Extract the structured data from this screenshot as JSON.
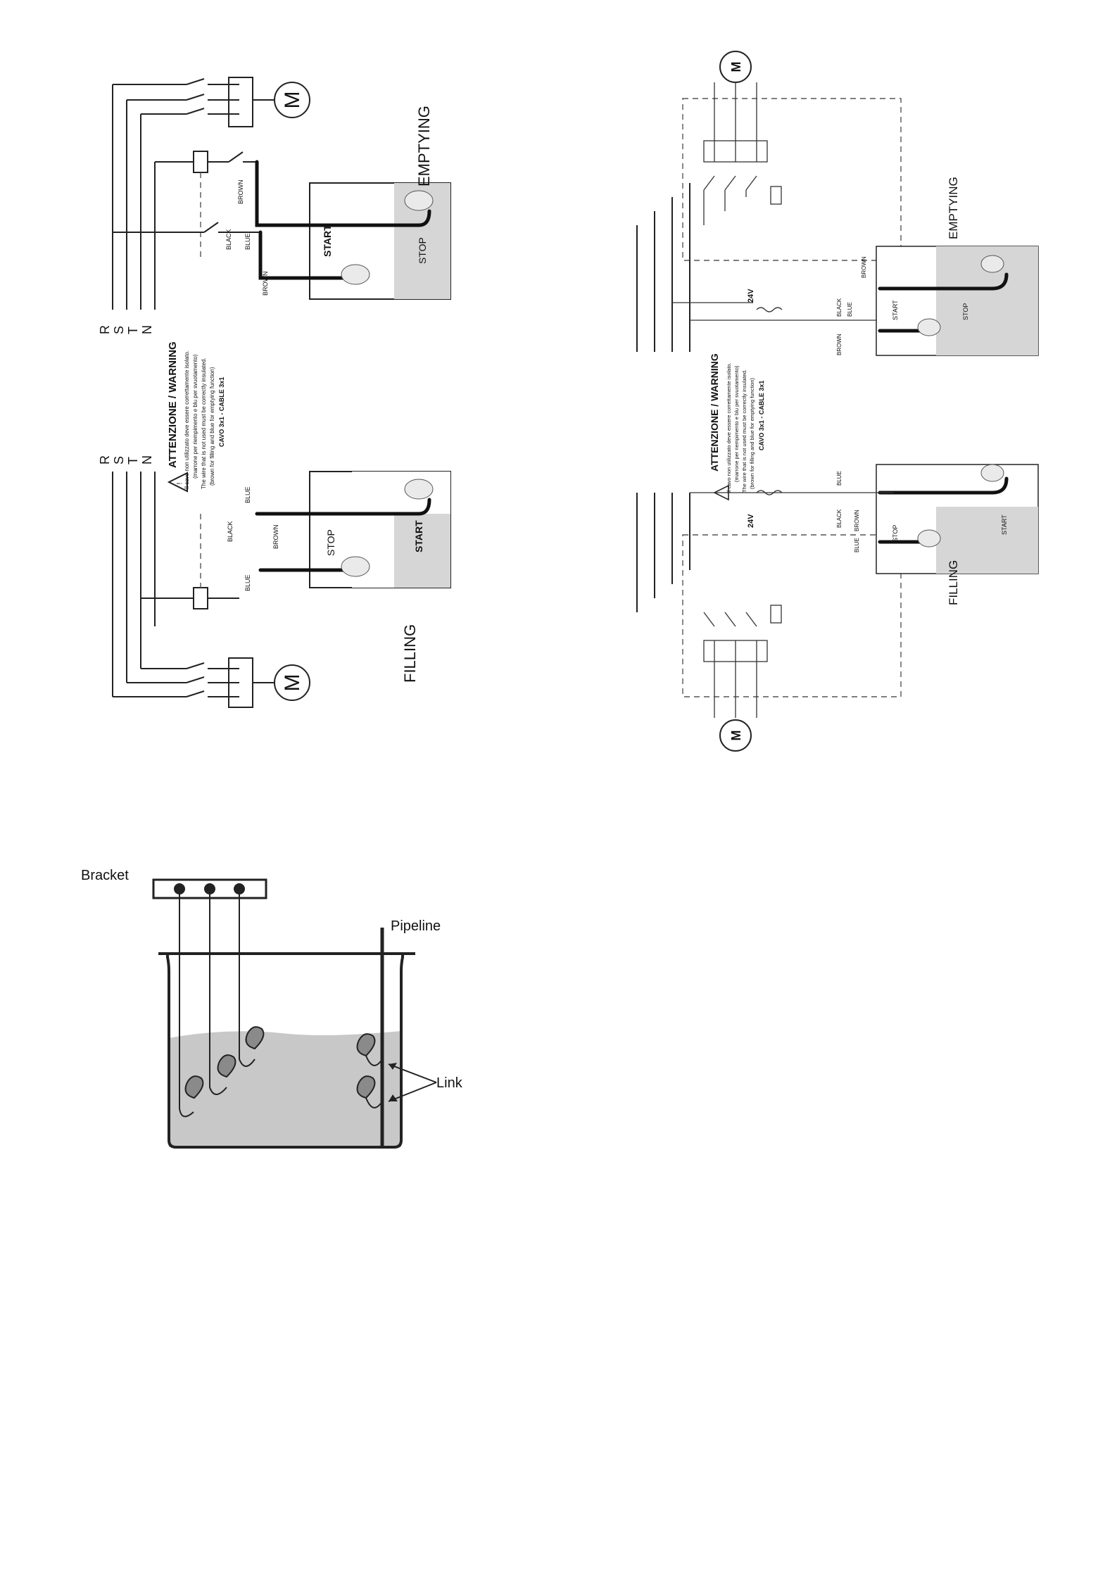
{
  "diagram_a": {
    "mode_empty": "EMPTYING",
    "mode_fill": "FILLING",
    "motor_symbol": "M",
    "phases": [
      "R",
      "S",
      "T",
      "N"
    ],
    "warning_title": "ATTENZIONE / WARNING",
    "warning_lines": [
      "Il cavo non utilizzato deve essere correttamente isolato.",
      "(marrone per riempimento e blu per svuotamento)",
      "The wire that is not used must be correctly insulated.",
      "(brown for filling and blue for emptying function)"
    ],
    "cable_spec": "CAVO 3x1 - CABLE 3x1",
    "wire_black": "BLACK",
    "wire_blue": "BLUE",
    "wire_brown": "BROWN",
    "label_start": "START",
    "label_stop": "STOP"
  },
  "diagram_b": {
    "mode_empty": "EMPTYING",
    "mode_fill": "FILLING",
    "motor_symbol": "M",
    "transformer_voltage": "24V",
    "warning_title": "ATTENZIONE / WARNING",
    "warning_lines": [
      "Il cavo non utilizzato deve essere correttamente isolato.",
      "(marrone per riempimento e blu per svuotamento)",
      "The wire that is not used must be correctly insulated.",
      "(brown for filling and blue for emptying function)"
    ],
    "cable_spec": "CAVO 3x1 - CABLE 3x1",
    "wire_black": "BLACK",
    "wire_blue": "BLUE",
    "wire_brown": "BROWN",
    "label_start": "START",
    "label_stop": "STOP"
  },
  "tank": {
    "bracket_label": "Bracket",
    "pipeline_label": "Pipeline",
    "link_label": "Link"
  },
  "colors": {
    "liquid": "#c8c8c8",
    "float": "#8a8a8a",
    "switch_panel": "#d6d6d6"
  }
}
